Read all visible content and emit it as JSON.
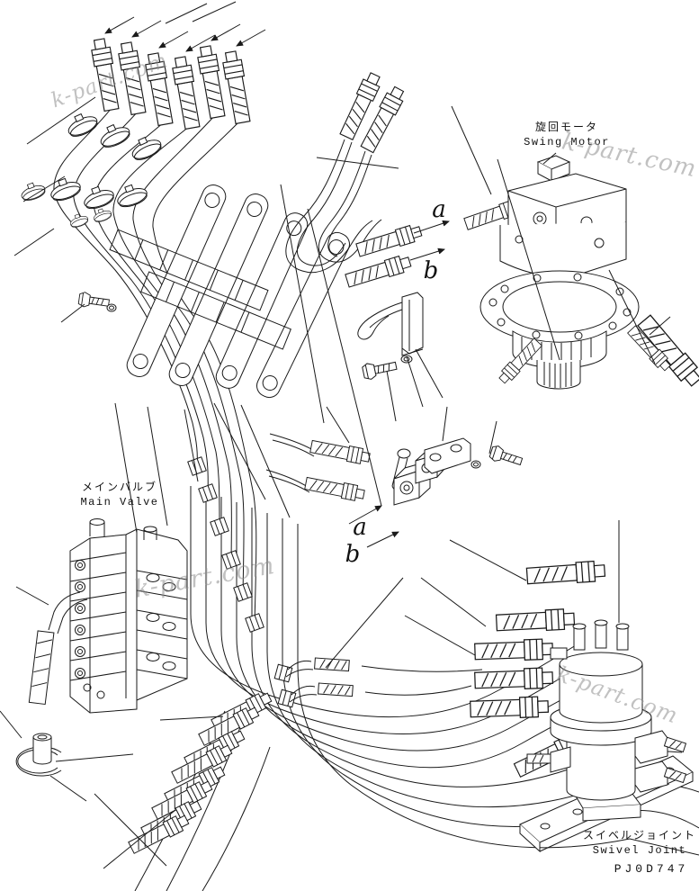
{
  "diagram": {
    "watermark": "k-part.com",
    "drawing_number": "PJ0D747",
    "line_color": "#1a1a1a",
    "watermark_color": "#8f8f8f",
    "components": {
      "swing_motor": {
        "label_jp": "旋回モータ",
        "label_en": "Swing Motor"
      },
      "main_valve": {
        "label_jp": "メインバルブ",
        "label_en": "Main Valve"
      },
      "swivel_joint": {
        "label_jp": "スイベルジョイント",
        "label_en": "Swivel Joint"
      }
    },
    "view_labels": {
      "a": "a",
      "b": "b"
    }
  }
}
